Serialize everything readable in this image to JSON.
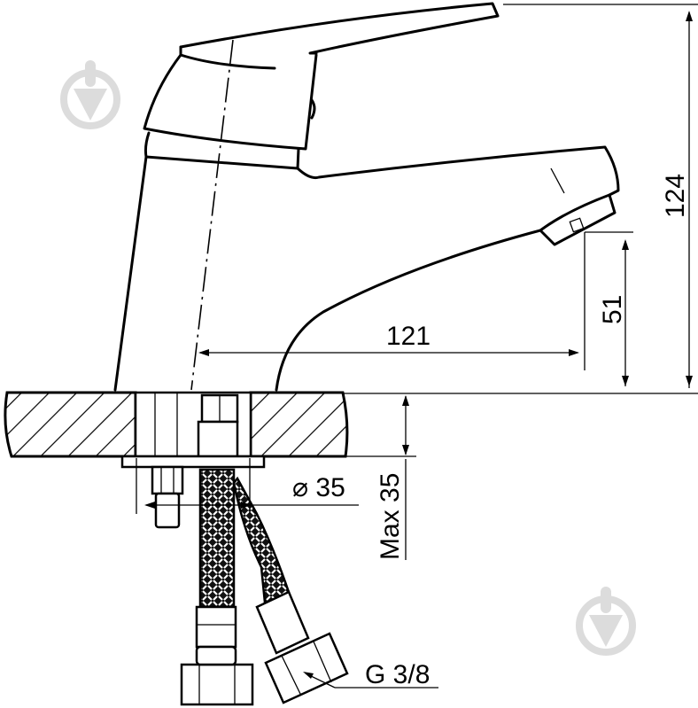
{
  "drawing": {
    "subject": "Single-lever basin faucet dimensional drawing",
    "units": "mm",
    "line_color": "#000000",
    "watermark_color": "#dcdcdc",
    "dimensions": {
      "total_height": "124",
      "spout_height": "51",
      "spout_reach": "121",
      "hole_diameter": "⌀ 35",
      "max_countertop_thickness": "Max 35",
      "connection_thread": "G 3/8"
    },
    "watermarks": [
      {
        "name": "watermark-top-left",
        "icon": "trowel-in-circle"
      },
      {
        "name": "watermark-bottom-right",
        "icon": "trowel-in-circle"
      }
    ]
  }
}
